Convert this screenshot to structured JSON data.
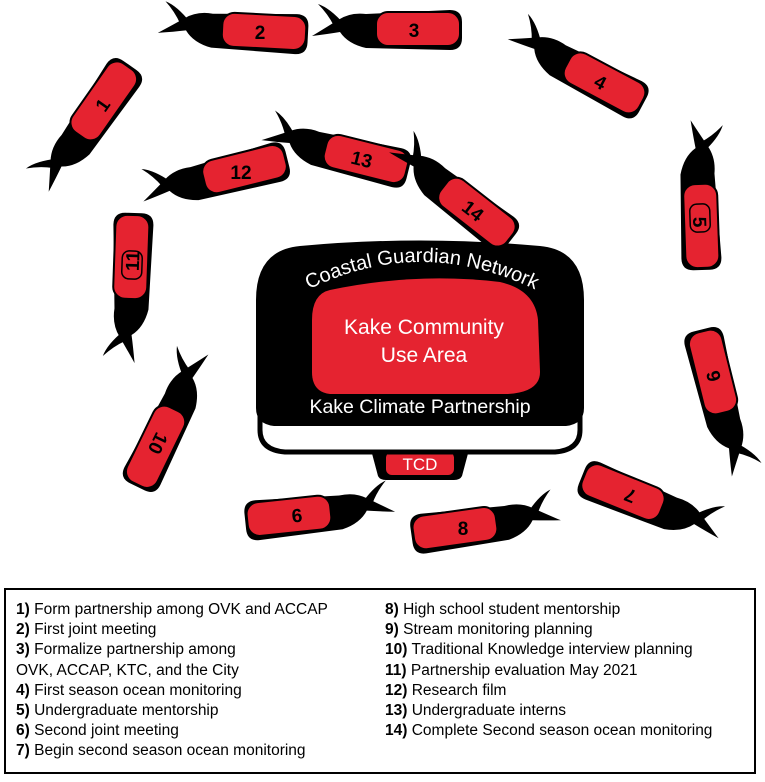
{
  "colors": {
    "red": "#e52330",
    "black": "#000000",
    "white": "#ffffff"
  },
  "canoes": [
    {
      "label": "1"
    },
    {
      "label": "2"
    },
    {
      "label": "3"
    },
    {
      "label": "4"
    },
    {
      "label": "5"
    },
    {
      "label": "6"
    },
    {
      "label": "7"
    },
    {
      "label": "8"
    },
    {
      "label": "9"
    },
    {
      "label": "10"
    },
    {
      "label": "11"
    },
    {
      "label": "12"
    },
    {
      "label": "13"
    },
    {
      "label": "14"
    }
  ],
  "center": {
    "top_text": "Coastal Guardian Network",
    "middle_line1": "Kake Community",
    "middle_line2": "Use Area",
    "bottom_text": "Kake Climate Partnership",
    "base_text": "TCD"
  },
  "legend": {
    "left": [
      {
        "num": "1)",
        "text": "Form partnership among OVK and ACCAP"
      },
      {
        "num": "2)",
        "text": "First joint meeting"
      },
      {
        "num": "3)",
        "text": "Formalize partnership among",
        "cont": "OVK, ACCAP, KTC, and the City"
      },
      {
        "num": "4)",
        "text": "First season ocean monitoring"
      },
      {
        "num": "5)",
        "text": "Undergraduate mentorship"
      },
      {
        "num": "6)",
        "text": "Second joint meeting"
      },
      {
        "num": "7)",
        "text": "Begin second season ocean monitoring"
      }
    ],
    "right": [
      {
        "num": "8)",
        "text": "High school student mentorship"
      },
      {
        "num": "9)",
        "text": "Stream monitoring planning"
      },
      {
        "num": "10)",
        "text": "Traditional Knowledge interview planning"
      },
      {
        "num": "11)",
        "text": "Partnership evaluation May 2021"
      },
      {
        "num": "12)",
        "text": "Research film"
      },
      {
        "num": "13)",
        "text": "Undergraduate interns"
      },
      {
        "num": "14)",
        "text": "Complete Second season ocean monitoring"
      }
    ]
  }
}
